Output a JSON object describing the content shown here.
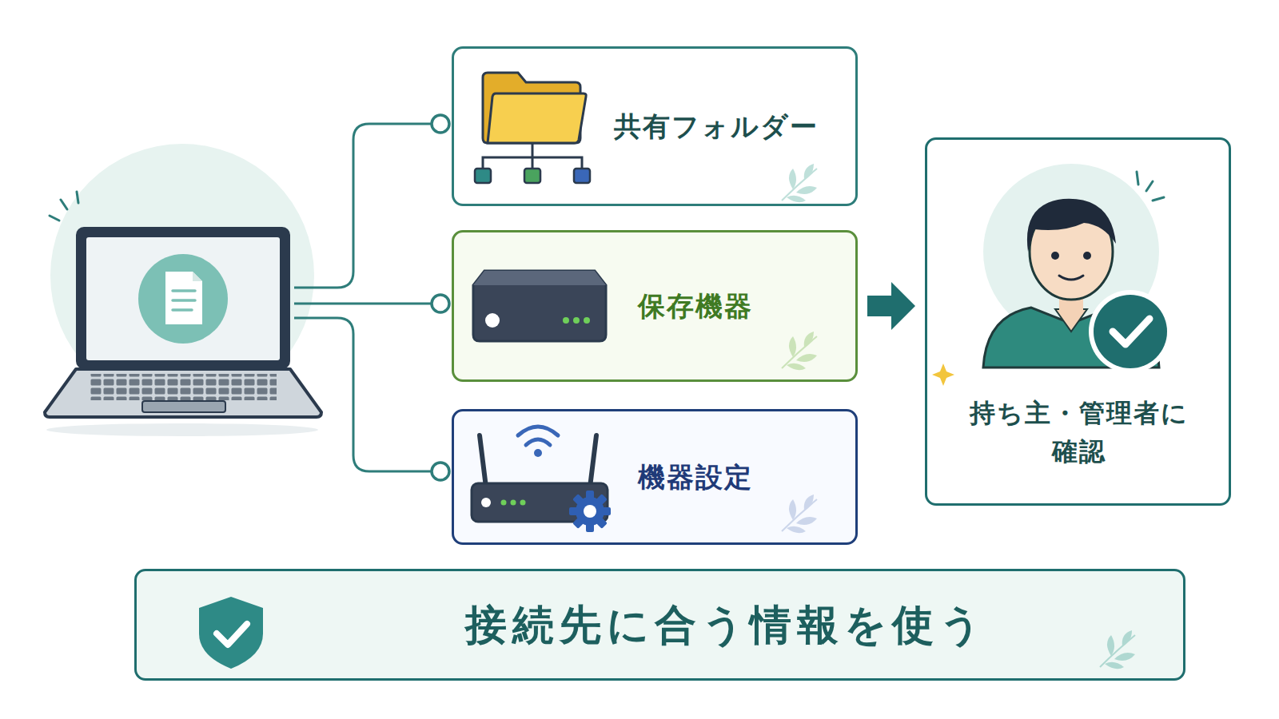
{
  "diagram": {
    "nodes": [
      {
        "text": [
          "共有フォルダー"
        ]
      },
      {
        "text": [
          "保存機器"
        ]
      },
      {
        "text": [
          "機器設定"
        ]
      },
      {
        "text": [
          "持ち主・管理者に 確認"
        ]
      },
      {
        "text": [
          "接続先に合う情報を使う"
        ]
      }
    ],
    "edges": [
      {
        "from": 1,
        "to": 3,
        "arrow": "to"
      }
    ]
  }
}
